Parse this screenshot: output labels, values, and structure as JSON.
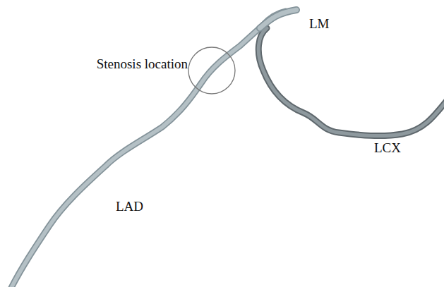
{
  "diagram": {
    "labels": [
      "LM",
      "Stenosis location",
      "LCX",
      "LAD"
    ]
  }
}
